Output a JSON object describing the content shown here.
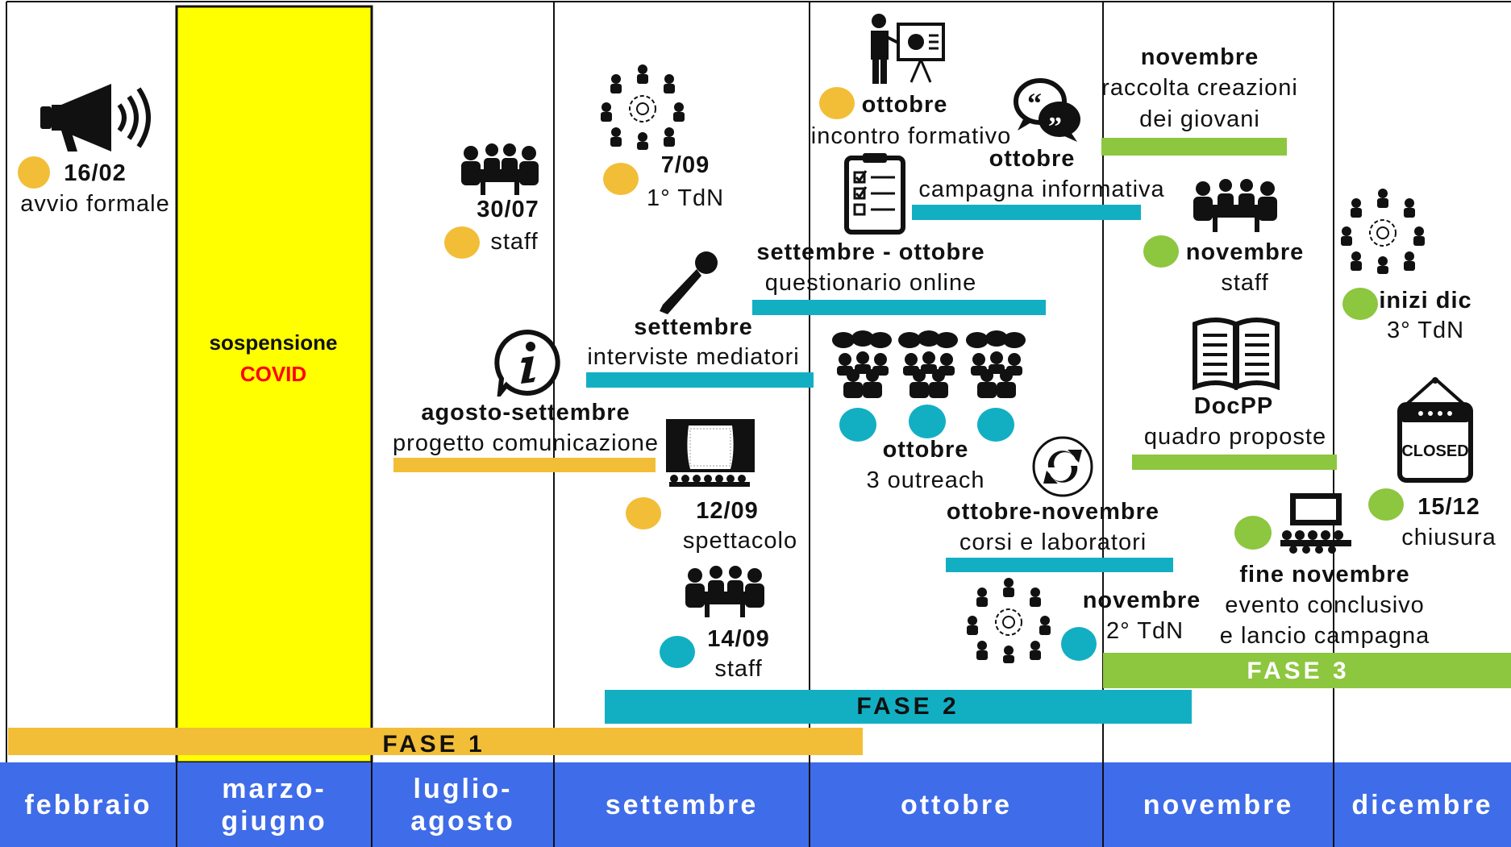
{
  "colors": {
    "fase1": "#F2BE37",
    "fase2": "#12AFC3",
    "fase3": "#8DC63F",
    "covid_bg": "#FFFF00",
    "covid_red": "#FF0000",
    "months_bg": "#3F6CE8"
  },
  "months": [
    "febbraio",
    "marzo-\ngiugno",
    "luglio-\nagosto",
    "settembre",
    "ottobre",
    "novembre",
    "dicembre"
  ],
  "covid": {
    "line1": "sospensione",
    "line2": "COVID"
  },
  "phases": {
    "fase1": "FASE 1",
    "fase2": "FASE 2",
    "fase3": "FASE 3"
  },
  "events": {
    "avvio": {
      "date": "16/02",
      "label": "avvio formale"
    },
    "staff_3007": {
      "date": "30/07",
      "label": "staff"
    },
    "tdn1": {
      "date": "7/09",
      "label": "1° TdN"
    },
    "comunicazione": {
      "date": "agosto-settembre",
      "label": "progetto comunicazione"
    },
    "interviste": {
      "date": "settembre",
      "label": "interviste mediatori"
    },
    "spettacolo": {
      "date": "12/09",
      "label": "spettacolo"
    },
    "staff_1409": {
      "date": "14/09",
      "label": "staff"
    },
    "formativo": {
      "date": "ottobre",
      "label": "incontro formativo"
    },
    "campagna": {
      "date": "ottobre",
      "label": "campagna informativa"
    },
    "questionario": {
      "date": "settembre - ottobre",
      "label": "questionario online"
    },
    "outreach": {
      "date": "ottobre",
      "label": "3 outreach"
    },
    "corsi": {
      "date": "ottobre-novembre",
      "label": "corsi e laboratori"
    },
    "tdn2": {
      "date": "novembre",
      "label": "2° TdN"
    },
    "raccolta": {
      "date": "novembre",
      "label1": "raccolta creazioni",
      "label2": "dei giovani"
    },
    "staff_nov": {
      "date": "novembre",
      "label": "staff"
    },
    "docpp": {
      "date": "DocPP",
      "label": "quadro proposte"
    },
    "evento": {
      "date": "fine novembre",
      "label1": "evento conclusivo",
      "label2": "e lancio campagna"
    },
    "tdn3": {
      "date": "inizi dic",
      "label": "3° TdN"
    },
    "chiusura": {
      "date": "15/12",
      "label": "chiusura"
    }
  },
  "icons": [
    "megaphone-icon",
    "meeting-table-icon",
    "network-gear-icon",
    "info-icon",
    "microphone-icon",
    "theater-stage-icon",
    "presenter-icon",
    "speech-bubbles-icon",
    "checklist-icon",
    "crowd-discussion-icon",
    "recycle-arrows-icon",
    "open-book-icon",
    "audience-screen-icon",
    "closed-sign-icon"
  ],
  "closed_sign": "CLOSED"
}
